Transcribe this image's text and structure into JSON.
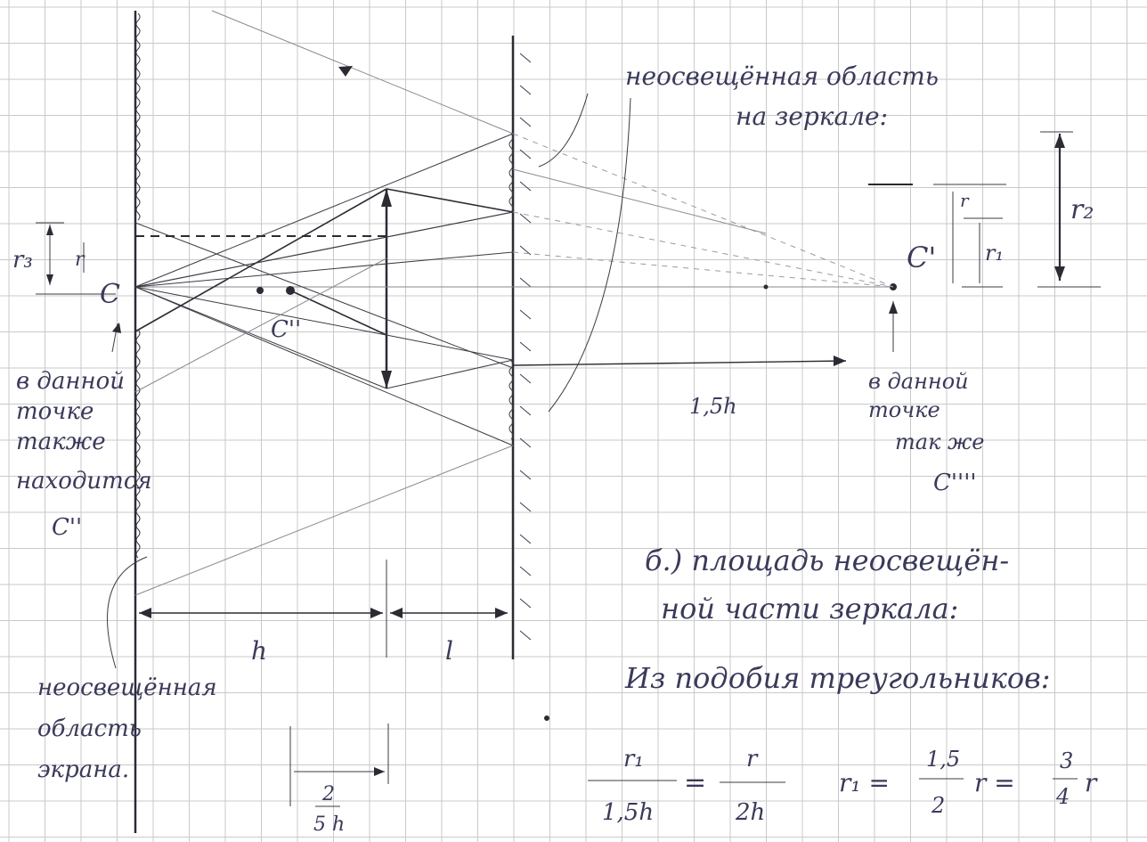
{
  "labels": {
    "unlit_mirror_line1": "неосвещённая область",
    "unlit_mirror_line2": "на зеркале:",
    "r3": "r₃",
    "r_left": "r",
    "c_source": "C",
    "c_double": "C''",
    "c_prime": "C'",
    "r": "r",
    "r1": "r₁",
    "r2": "r₂",
    "left_note_line1": "в данной",
    "left_note_line2": "точке",
    "left_note_line3": "также",
    "left_note_line4": "находится",
    "left_note_line5": "C''",
    "right_note_line1": "в данной",
    "right_note_line2": "точке",
    "right_note_line3": "так же",
    "right_note_line4": "C''''",
    "dist_15h": "1,5h",
    "h": "h",
    "l": "l",
    "unlit_screen_line1": "неосвещённая",
    "unlit_screen_line2": "область",
    "unlit_screen_line3": "экрана.",
    "frac_2": "2",
    "frac_5h": "5 h",
    "b_line1": "б.)  площадь неосвещён-",
    "b_line2": "ной части зеркала:",
    "similar_line": "Из  подобия треугольников:",
    "eq_num1": "r₁",
    "eq_den1": "1,5h",
    "eq_num2": "r",
    "eq_den2": "2h",
    "eq_eq": "=",
    "eq_r1": "r₁ =",
    "eq_num3": "1,5",
    "eq_den3": "2",
    "eq_mid": "r =",
    "eq_num4": "3",
    "eq_den4": "4",
    "eq_tail": "r"
  },
  "colors": {
    "ink": "#2b2b33",
    "grid": "#c9c9c9",
    "text": "#3a3a5a"
  }
}
